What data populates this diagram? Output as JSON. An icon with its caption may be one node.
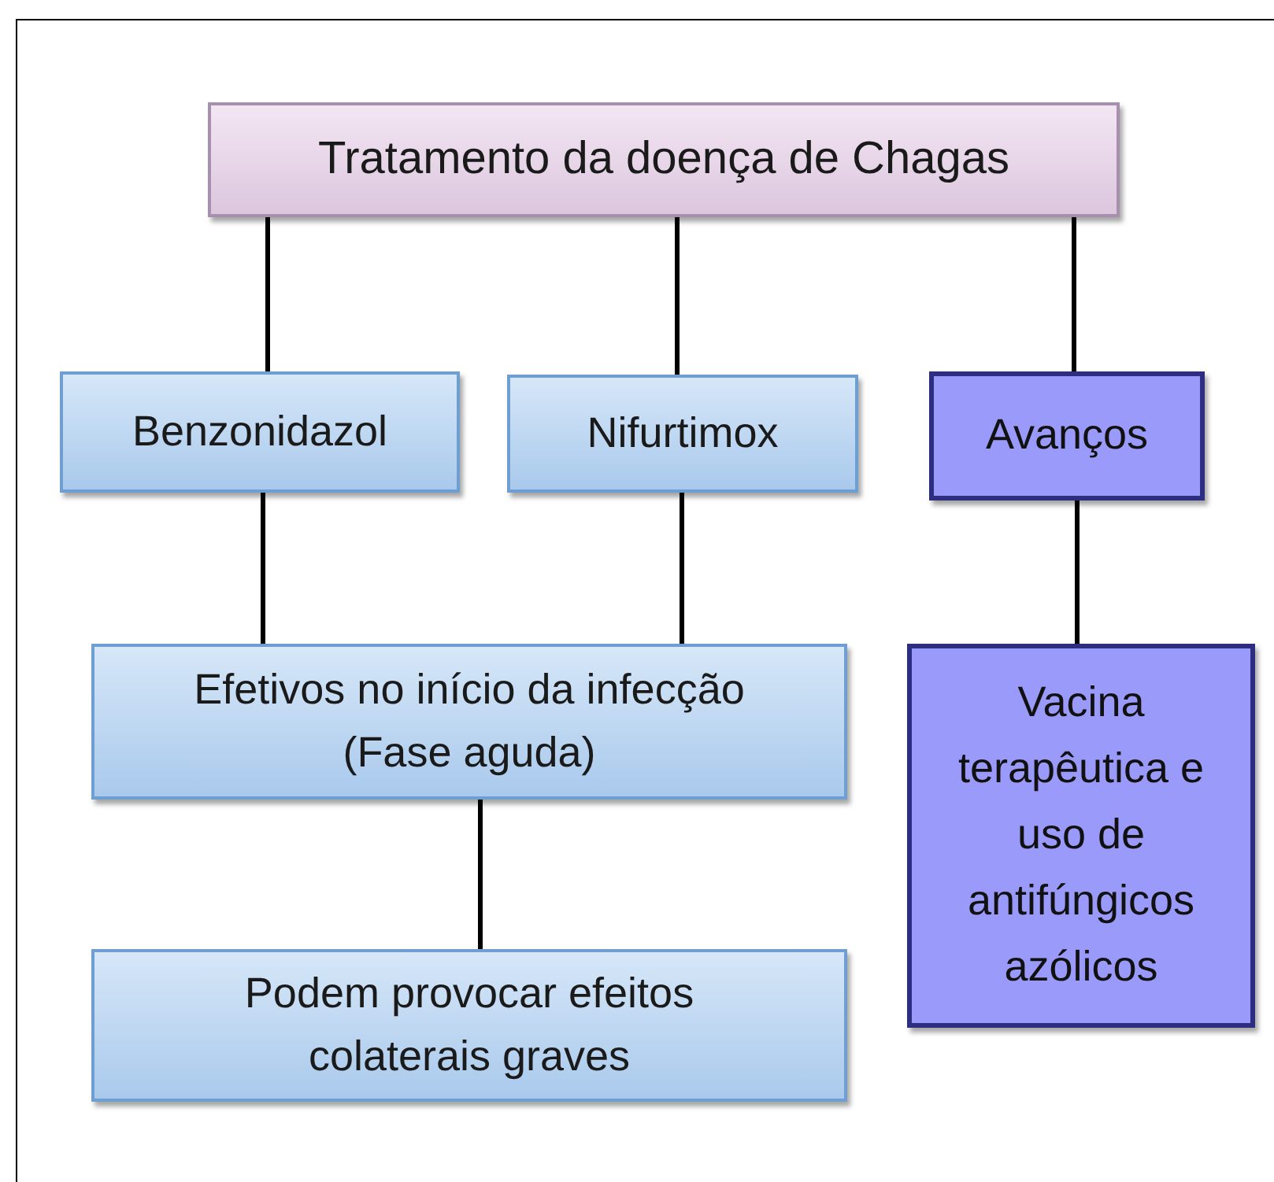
{
  "diagram": {
    "nodes": [
      {
        "text": [
          "Tratamento da doença de Chagas"
        ]
      },
      {
        "text": [
          "Benzonidazol"
        ]
      },
      {
        "text": [
          "Nifurtimox"
        ]
      },
      {
        "text": [
          "Avanços"
        ]
      },
      {
        "text": [
          "Efetivos no início da infecção (Fase aguda)"
        ]
      },
      {
        "text": [
          "Vacina terapêutica e uso de antifúngicos azólicos"
        ]
      },
      {
        "text": [
          "Podem provocar efeitos colaterais graves"
        ]
      }
    ],
    "edges": [
      {
        "from": 0,
        "to": 1,
        "arrow": "none"
      },
      {
        "from": 0,
        "to": 2,
        "arrow": "none"
      },
      {
        "from": 0,
        "to": 3,
        "arrow": "none"
      },
      {
        "from": 1,
        "to": 4,
        "arrow": "none"
      },
      {
        "from": 2,
        "to": 4,
        "arrow": "none"
      },
      {
        "from": 3,
        "to": 5,
        "arrow": "none"
      },
      {
        "from": 4,
        "to": 6,
        "arrow": "none"
      }
    ]
  }
}
